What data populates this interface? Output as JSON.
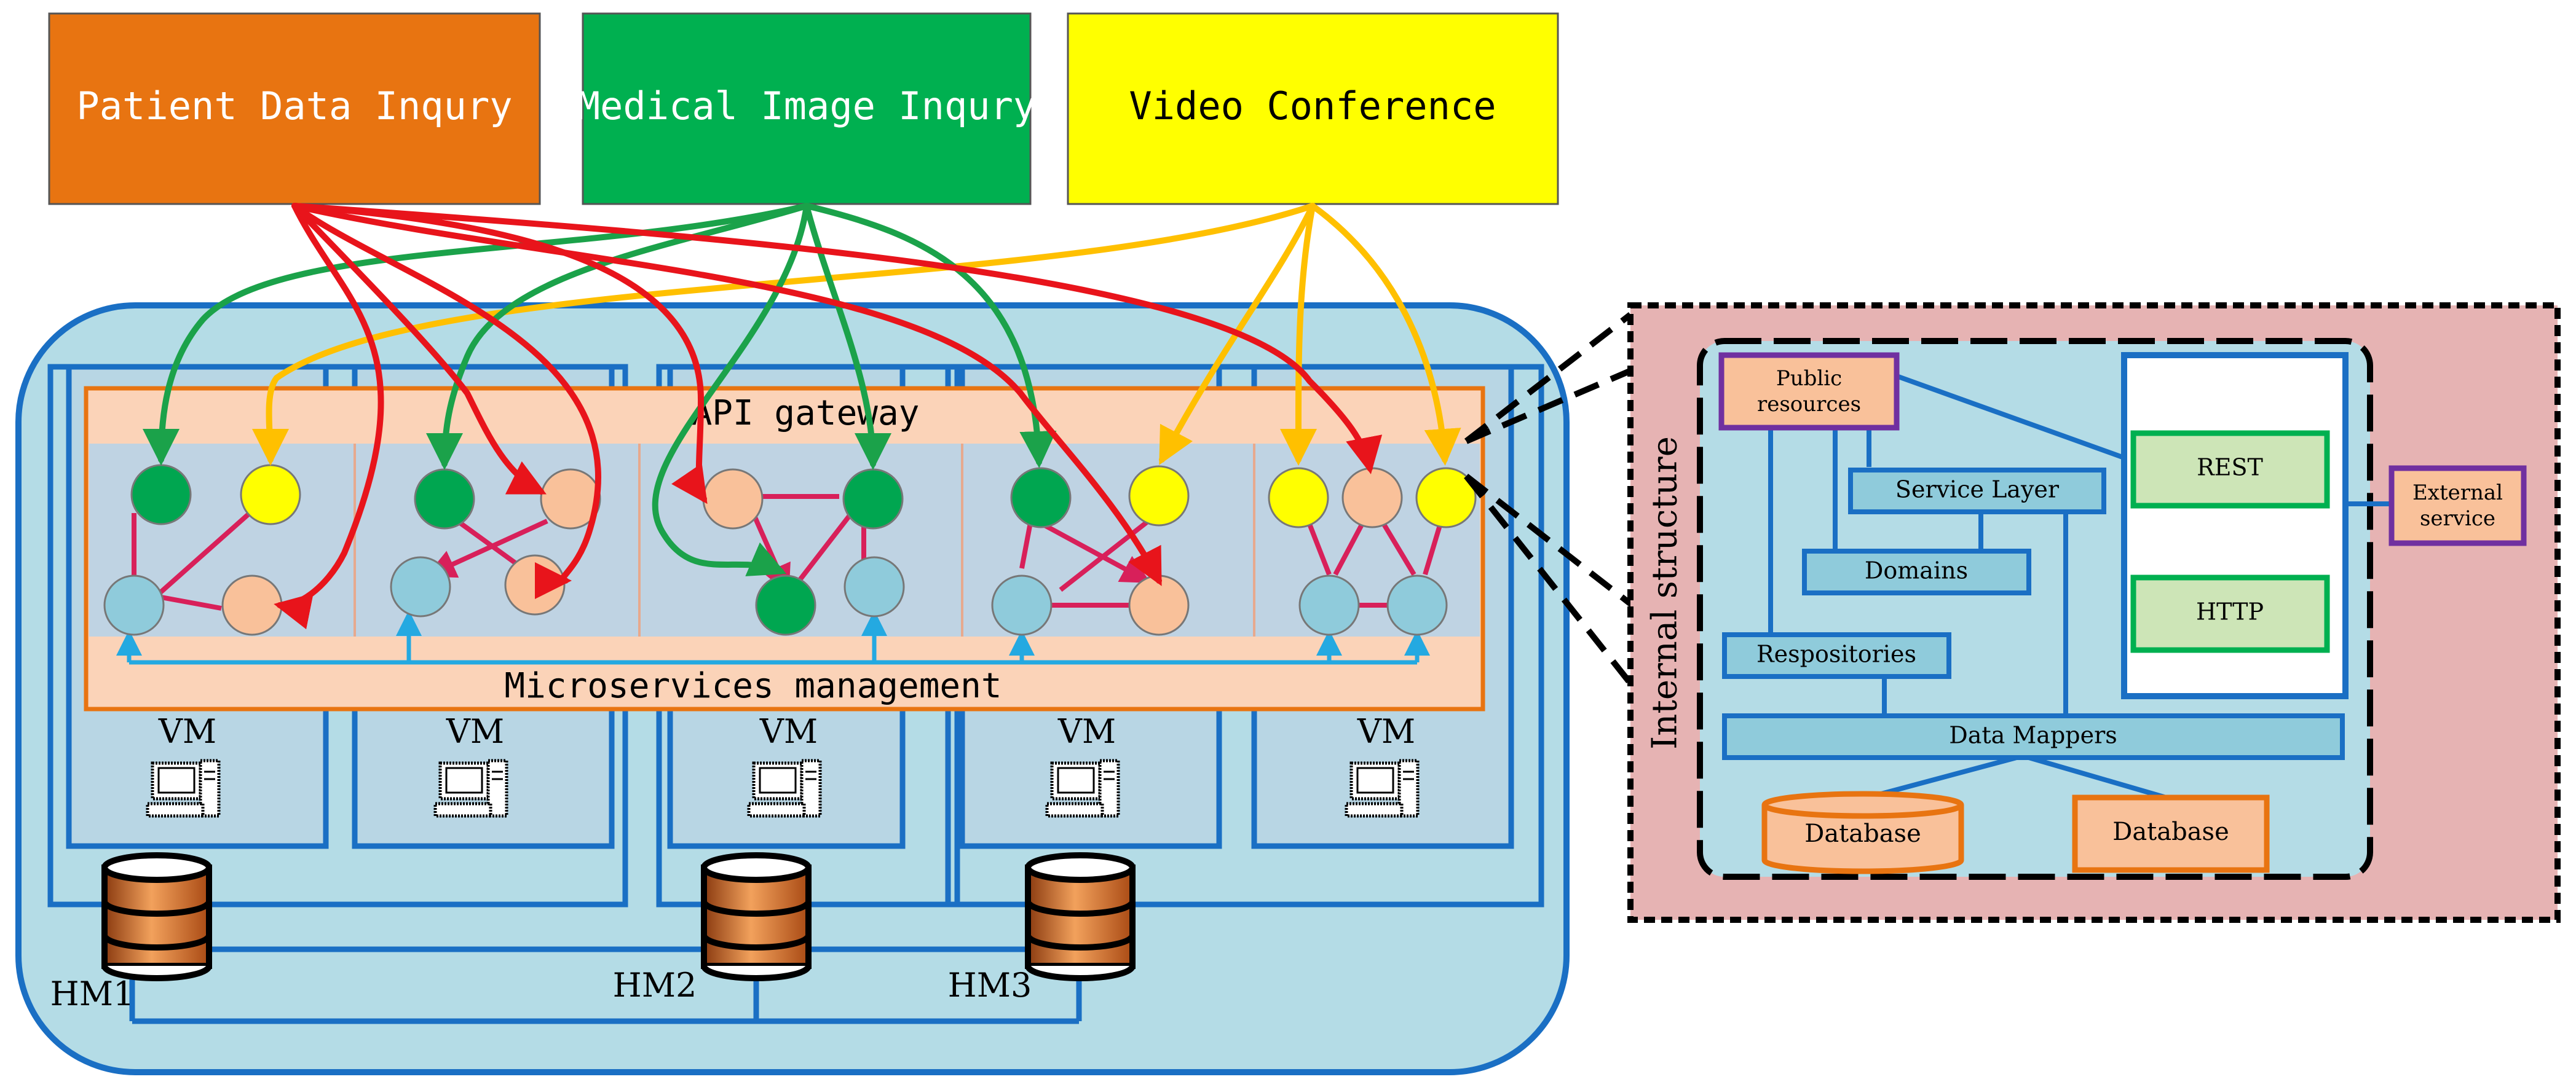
{
  "top_services": [
    {
      "label": "Patient Data Inqury",
      "color": "#E87411"
    },
    {
      "label": "Medical Image Inqury",
      "color": "#00B050"
    },
    {
      "label": "Video Conference",
      "color": "#FFFF00"
    }
  ],
  "cluster": {
    "api_gateway": "API gateway",
    "microservices_management": "Microservices management",
    "vm_label": "VM",
    "hosts": [
      "HM1",
      "HM2",
      "HM3"
    ]
  },
  "internal": {
    "title": "Internal structure",
    "public_resources": "Public resources",
    "service_layer": "Service Layer",
    "domains": "Domains",
    "repositories": "Respositories",
    "data_mappers": "Data Mappers",
    "database_1": "Database",
    "database_2": "Database",
    "rest": "REST",
    "http": "HTTP",
    "external_service": "External service"
  },
  "colors": {
    "arrow_red": "#E8141B",
    "arrow_green": "#1BA24A",
    "arrow_yellow": "#FFC000",
    "link_pink": "#D8205A",
    "mgmt_blue": "#24A9E1",
    "frame_blue": "#1A6FC4",
    "cluster_fill": "#B4DCE6",
    "gateway_fill": "#FBD3B8",
    "internal_bg": "#E6B3B3"
  }
}
